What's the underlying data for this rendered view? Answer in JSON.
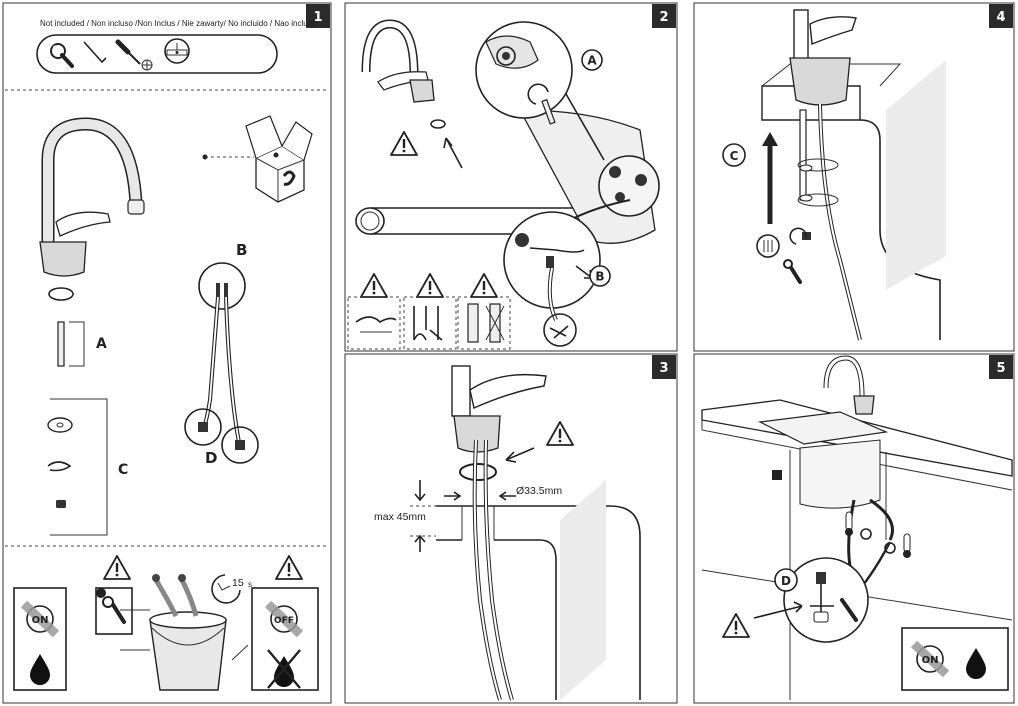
{
  "steps": [
    {
      "number": "1"
    },
    {
      "number": "2"
    },
    {
      "number": "3"
    },
    {
      "number": "4"
    },
    {
      "number": "5"
    }
  ],
  "panel1": {
    "not_included": "Not included / Non incluso /Non Inclus / Nie zawarty/ No incluido / Nao incluido",
    "part_a": "A",
    "part_b": "B",
    "part_c": "C",
    "part_d": "D",
    "timer": "15",
    "timer_unit": "s",
    "on_label": "ON",
    "off_label": "OFF"
  },
  "panel2": {
    "callout_a": "A",
    "callout_b": "B"
  },
  "panel3": {
    "max_height": "max 45mm",
    "hole_diameter": "Ø33.5mm"
  },
  "panel4": {
    "callout_c": "C"
  },
  "panel5": {
    "callout_d": "D",
    "on_label": "ON"
  },
  "icons": [
    "wrench-icon",
    "allen-key-icon",
    "screwdriver-icon",
    "spirit-level-icon",
    "warning-icon",
    "drop-icon",
    "timer-icon",
    "bucket-icon",
    "thermometer-icon",
    "box-icon"
  ],
  "colors": {
    "ink": "#222222",
    "step_badge": "#2b2b2b",
    "grey_fill": "#d9d9d9"
  }
}
